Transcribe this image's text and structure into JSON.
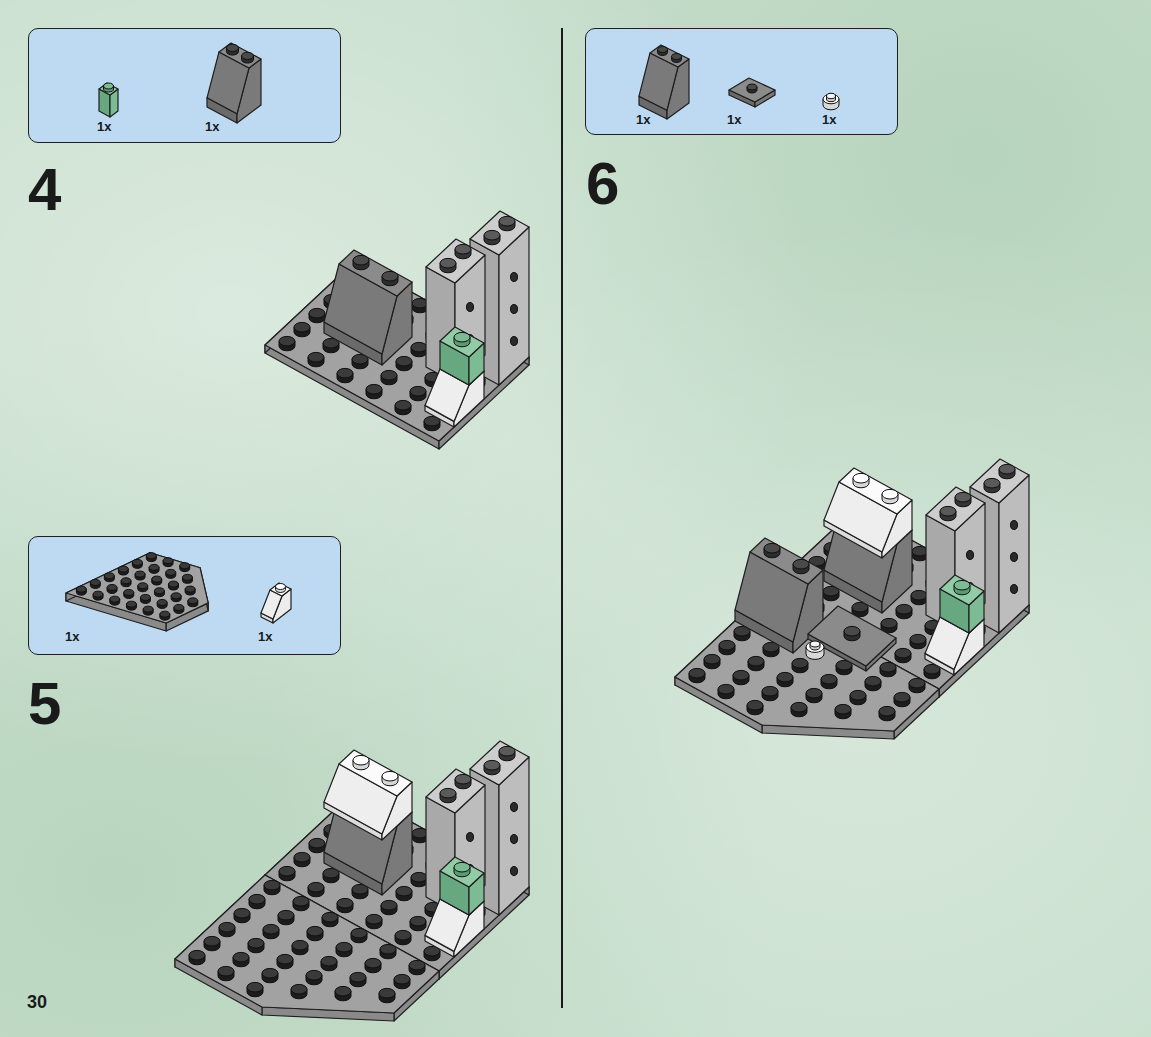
{
  "diagram": {
    "nodes": [
      {
        "text": [
          "1x",
          "1x"
        ]
      },
      {
        "text": [
          "1x",
          "1x"
        ]
      },
      {
        "text": [
          "1x",
          "1x",
          "1x"
        ]
      }
    ],
    "labels": [
      "4",
      "5",
      "6",
      "30"
    ]
  }
}
